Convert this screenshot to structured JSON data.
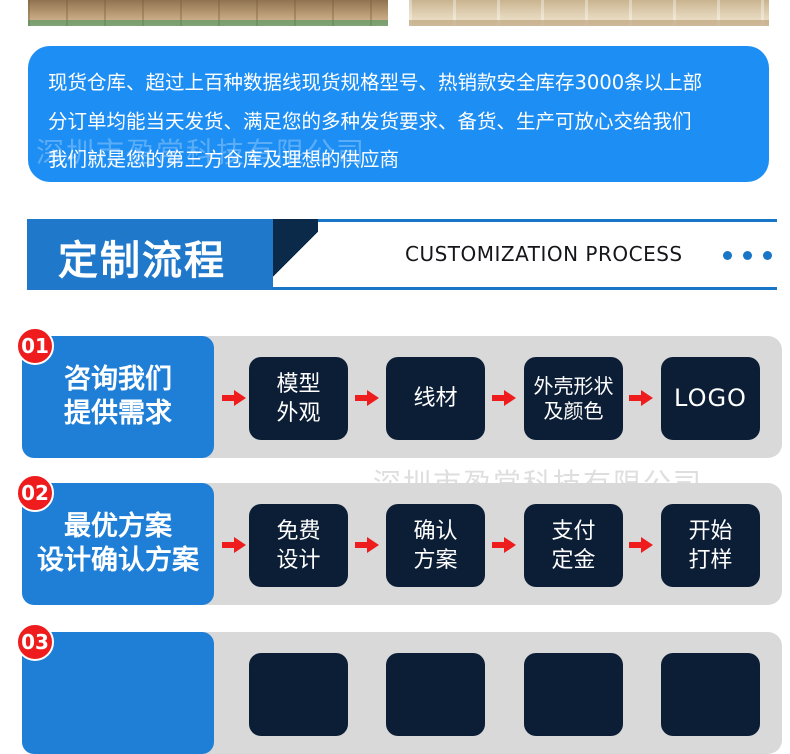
{
  "intro": {
    "lines": [
      "现货仓库、超过上百种数据线现货规格型号、热销款安全库存3000条以上部",
      "分订单均能当天发货、满足您的多种发货要求、备货、生产可放心交给我们",
      "我们就是您的第三方仓库及理想的供应商"
    ],
    "watermark": "深圳市盈常科技有限公司"
  },
  "section": {
    "title": "定制流程",
    "subtitle": "CUSTOMIZATION PROCESS"
  },
  "process": [
    {
      "number": "01",
      "label": "咨询我们\n提供需求",
      "steps": [
        "模型\n外观",
        "线材",
        "外壳形状\n及颜色",
        "LOGO"
      ]
    },
    {
      "number": "02",
      "label": "最优方案\n设计确认方案",
      "steps": [
        "免费\n设计",
        "确认\n方案",
        "支付\n定金",
        "开始\n打样"
      ]
    },
    {
      "number": "03",
      "label": "",
      "steps": [
        "",
        "",
        "",
        ""
      ]
    }
  ],
  "watermark2": "深圳市盈常科技有限公司",
  "colors": {
    "brand_blue": "#1d8ef4",
    "banner_blue": "#1f78c9",
    "step_navy": "#0c1e36",
    "accent_red": "#ee1c1c",
    "track_gray": "#d9d9d9"
  }
}
